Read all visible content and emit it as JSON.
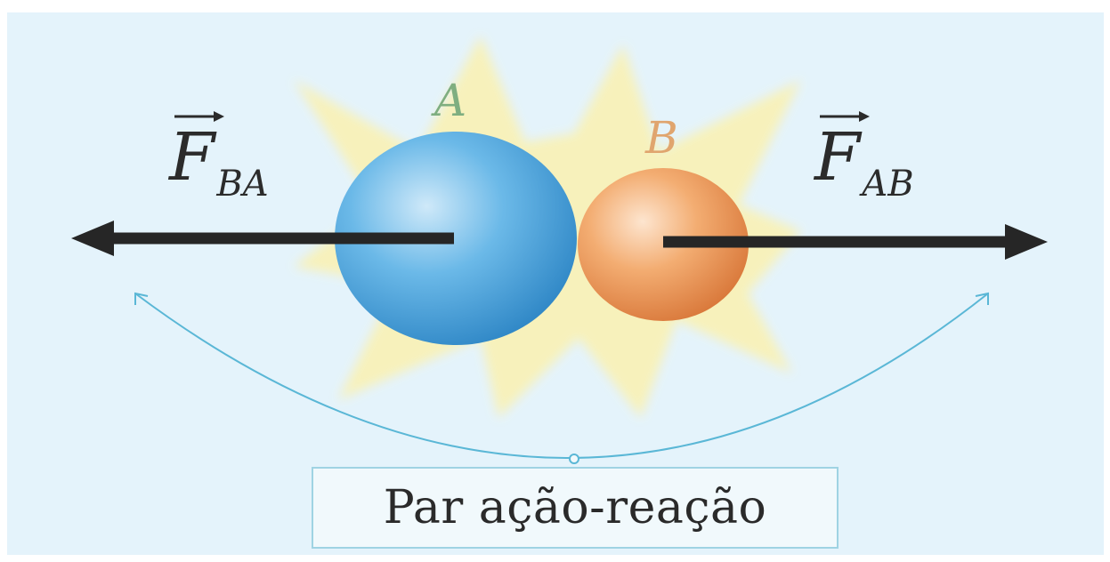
{
  "forces": {
    "fba": {
      "symbol": "F",
      "subscript": "BA",
      "direction": "left"
    },
    "fab": {
      "symbol": "F",
      "subscript": "AB",
      "direction": "right"
    }
  },
  "bodies": {
    "a": {
      "label": "A",
      "color": "#4aa6dc"
    },
    "b": {
      "label": "B",
      "color": "#ef9a55"
    }
  },
  "caption": "Par ação-reação",
  "colors": {
    "background": "#e4f3fb",
    "arrow": "#262626",
    "flash": "#fbf1b0",
    "relation_arc": "#5ab7d6"
  }
}
